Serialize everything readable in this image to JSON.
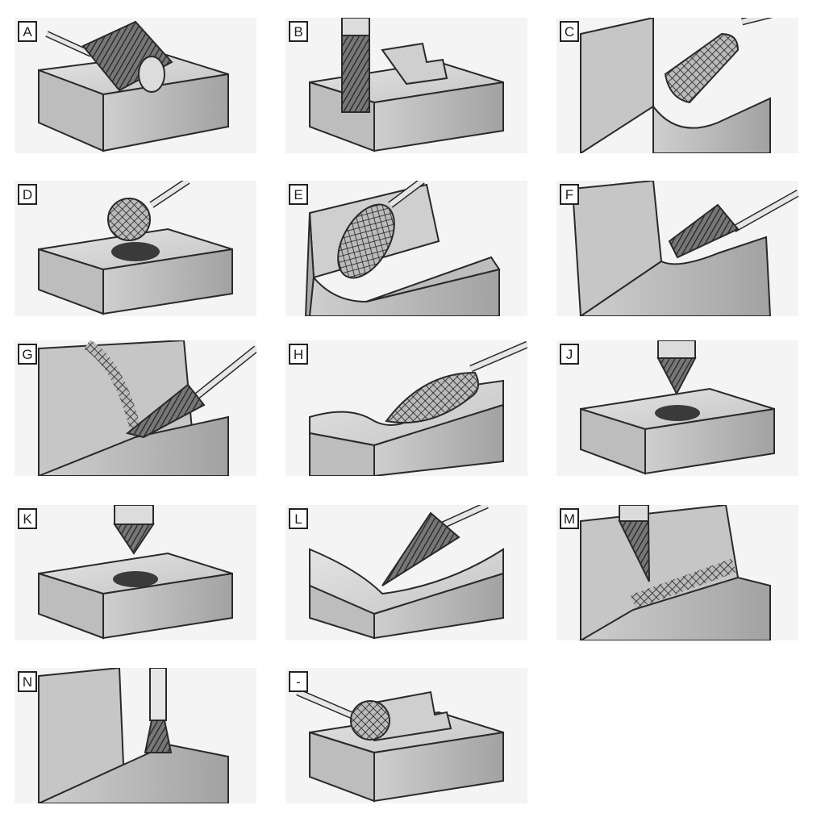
{
  "panels": [
    {
      "label": "A",
      "burr": "cylinder-shape-burr",
      "workpiece": "block"
    },
    {
      "label": "B",
      "burr": "cylinder-end-cut-burr",
      "workpiece": "stepped-block"
    },
    {
      "label": "C",
      "burr": "cylinder-radius-end-burr",
      "workpiece": "L-block"
    },
    {
      "label": "D",
      "burr": "ball-shape-burr",
      "workpiece": "block-with-hole"
    },
    {
      "label": "E",
      "burr": "oval-shape-burr",
      "workpiece": "channel-block"
    },
    {
      "label": "F",
      "burr": "tree-radius-end-burr",
      "workpiece": "L-block"
    },
    {
      "label": "G",
      "burr": "tree-pointed-end-burr",
      "workpiece": "L-block"
    },
    {
      "label": "H",
      "burr": "flame-shape-burr",
      "workpiece": "curved-block"
    },
    {
      "label": "J",
      "burr": "cone-60-degree-burr",
      "workpiece": "block-with-hole"
    },
    {
      "label": "K",
      "burr": "cone-90-degree-burr",
      "workpiece": "block-with-hole"
    },
    {
      "label": "L",
      "burr": "taper-radius-end-burr",
      "workpiece": "channel-block"
    },
    {
      "label": "M",
      "burr": "taper-pointed-end-burr",
      "workpiece": "L-block"
    },
    {
      "label": "N",
      "burr": "inverted-cone-burr",
      "workpiece": "L-block"
    },
    {
      "label": "-",
      "burr": "wheel-shape-burr",
      "workpiece": "stepped-block"
    }
  ],
  "colors": {
    "panel_bg": "#f4f4f4",
    "block_top": "#d6d6d6",
    "block_front": "#b8b8b8",
    "block_side": "#9a9a9a",
    "outline": "#2a2a2a",
    "shank": "#e2e2e2",
    "burr": "#5a5a5a",
    "hole": "#3a3a3a"
  }
}
